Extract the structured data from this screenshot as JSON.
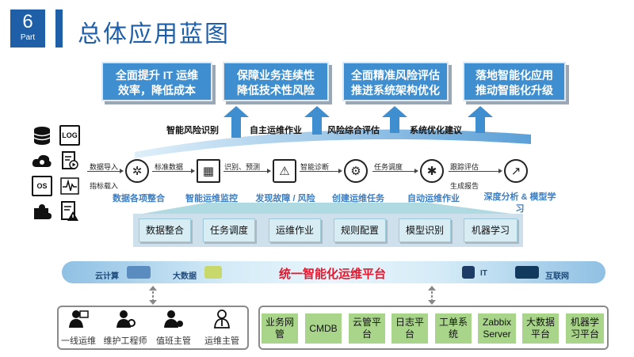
{
  "header": {
    "part_number": "6",
    "part_label": "Part",
    "title": "总体应用蓝图"
  },
  "goals": [
    {
      "line1": "全面提升 IT 运维",
      "line2": "效率，降低成本"
    },
    {
      "line1": "保障业务连续性",
      "line2": "降低技术性风险"
    },
    {
      "line1": "全面精准风险评估",
      "line2": "推进系统架构优化"
    },
    {
      "line1": "落地智能化应用",
      "line2": "推动智能化升级"
    }
  ],
  "arrow_labels": [
    "智能风险识别",
    "自主运维作业",
    "风险综合评估",
    "系统优化建议"
  ],
  "source_icons": [
    "database-icon",
    "log-file-icon",
    "cloud-gear-icon",
    "video-file-icon",
    "os-monitor-icon",
    "waveform-icon",
    "puzzle-icon",
    "warning-doc-icon"
  ],
  "source_icon_text": {
    "log": "LOG",
    "os": "OS"
  },
  "flow": {
    "small_labels": [
      "数据导入",
      "指标载入",
      "标准数据",
      "识别、预测",
      "智能诊断",
      "任务调度",
      "跟踪评估",
      "生成报告"
    ],
    "stages": [
      "数据各项整合",
      "智能运维监控",
      "发现故障 / 风险",
      "创建运维任务",
      "自动运维作业",
      "深度分析 & 模型学习"
    ],
    "icons": [
      "fan-icon",
      "calculator-icon",
      "alarm-monitor-icon",
      "bell-gear-icon",
      "gear-tools-icon",
      "trend-chart-icon"
    ]
  },
  "modules": [
    "数据整合",
    "任务调度",
    "运维作业",
    "规则配置",
    "模型识别",
    "机器学习"
  ],
  "platform": {
    "title": "统一智能化运维平台",
    "left_labels": [
      "云计算",
      "大数据"
    ],
    "right_labels": [
      "IT",
      "互联网"
    ]
  },
  "roles": [
    {
      "label": "一线运维",
      "icon": "operator-icon"
    },
    {
      "label": "维护工程师",
      "icon": "engineer-icon"
    },
    {
      "label": "值班主管",
      "icon": "duty-manager-icon"
    },
    {
      "label": "运维主管",
      "icon": "ops-manager-icon"
    }
  ],
  "systems": [
    "业务网管",
    "CMDB",
    "云管平台",
    "日志平台",
    "工单系统",
    "Zabbix Server",
    "大数据平台",
    "机器学习平台"
  ],
  "colors": {
    "brand_blue": "#1f5fa8",
    "goal_blue": "#3f8fd0",
    "stage_blue": "#3c7ec3",
    "platform_red": "#e2192f",
    "system_green": "#a9d58b"
  }
}
